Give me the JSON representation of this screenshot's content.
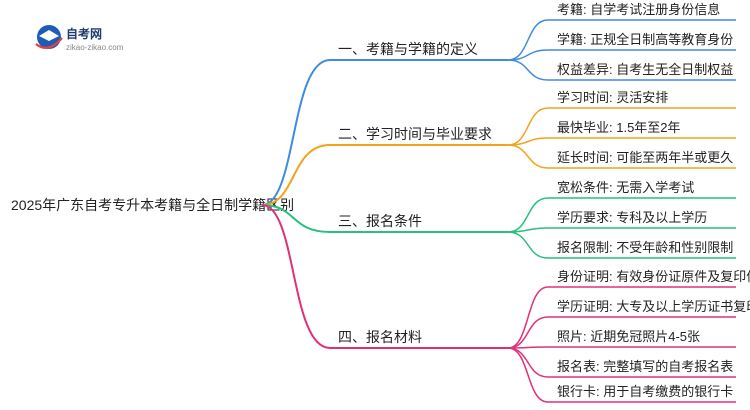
{
  "logo": {
    "brand": "自考网",
    "url": "zikao-zikao.com"
  },
  "root": {
    "label": "2025年广东自考专升本考籍与全日制学籍区别"
  },
  "colors": {
    "branch1": "#3f8be0",
    "branch2": "#f1a31e",
    "branch3": "#27c07c",
    "branch4": "#e0307a"
  },
  "branches": [
    {
      "label": "一、考籍与学籍的定义",
      "color_key": "branch1",
      "leaves": [
        "考籍: 自学考试注册身份信息",
        "学籍: 正规全日制高等教育身份",
        "权益差异: 自考生无全日制权益"
      ]
    },
    {
      "label": "二、学习时间与毕业要求",
      "color_key": "branch2",
      "leaves": [
        "学习时间: 灵活安排",
        "最快毕业: 1.5年至2年",
        "延长时间: 可能至两年半或更久"
      ]
    },
    {
      "label": "三、报名条件",
      "color_key": "branch3",
      "leaves": [
        "宽松条件: 无需入学考试",
        "学历要求: 专科及以上学历",
        "报名限制: 不受年龄和性别限制"
      ]
    },
    {
      "label": "四、报名材料",
      "color_key": "branch4",
      "leaves": [
        "身份证明: 有效身份证原件及复印件",
        "学历证明: 大专及以上学历证书复印件",
        "照片: 近期免冠照片4-5张",
        "报名表: 完整填写的自考报名表",
        "银行卡: 用于自考缴费的银行卡"
      ]
    }
  ]
}
